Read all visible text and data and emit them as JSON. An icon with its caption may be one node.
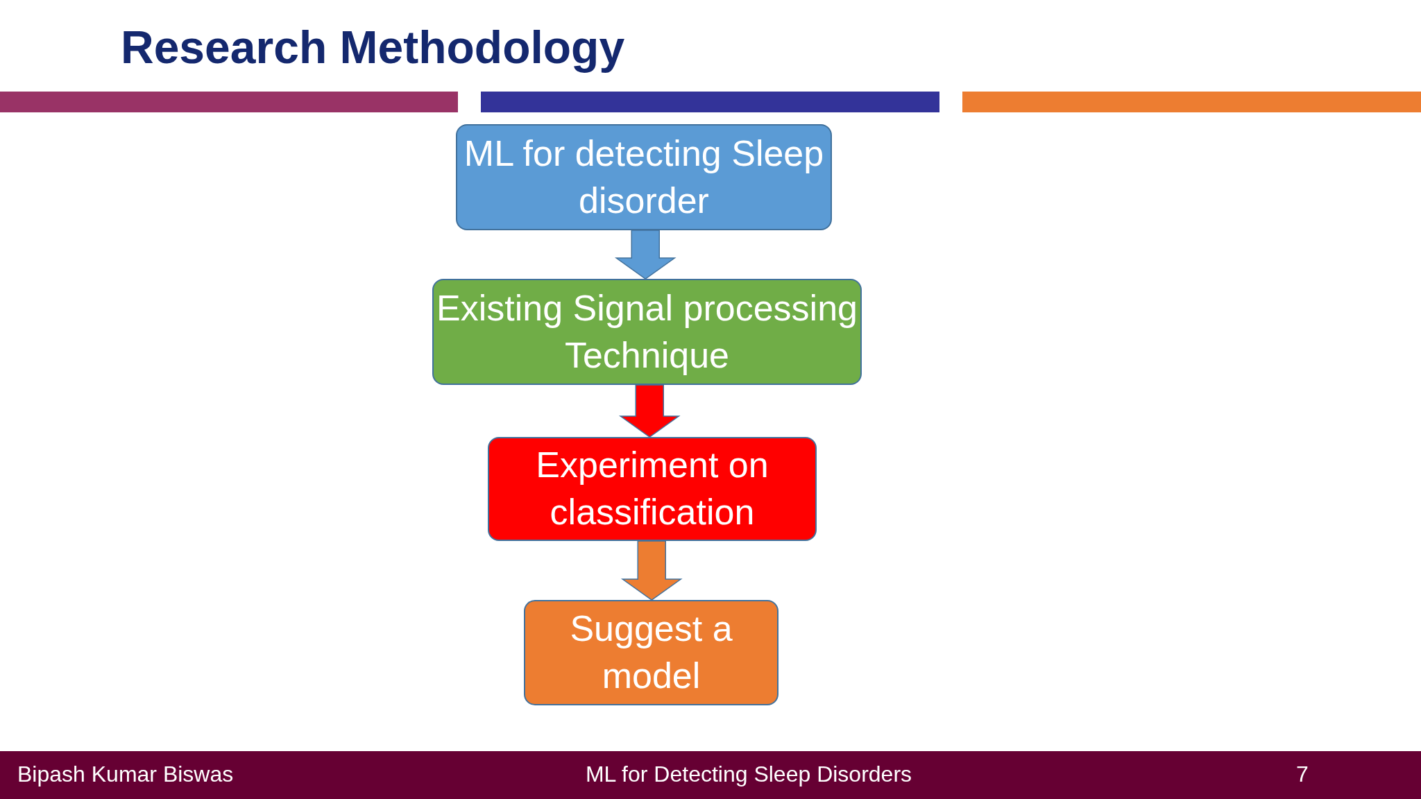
{
  "diagram": {
    "title": "Research Methodology",
    "nodes": [
      {
        "text": [
          "ML for detecting Sleep disorder"
        ]
      },
      {
        "text": [
          "Existing Signal processing Technique"
        ]
      },
      {
        "text": [
          "Experiment on classification"
        ]
      },
      {
        "text": [
          "Suggest a model"
        ]
      }
    ],
    "edges": [
      {
        "from": 0,
        "to": 1,
        "arrow": "to",
        "style": "thick",
        "color": "#5b9bd5"
      },
      {
        "from": 1,
        "to": 2,
        "arrow": "to",
        "style": "thick",
        "color": "#ff0000"
      },
      {
        "from": 2,
        "to": 3,
        "arrow": "to",
        "style": "thick",
        "color": "#ed7d31"
      }
    ],
    "labels": [
      "Bipash Kumar Biswas",
      "ML for Detecting Sleep Disorders",
      "7"
    ]
  }
}
